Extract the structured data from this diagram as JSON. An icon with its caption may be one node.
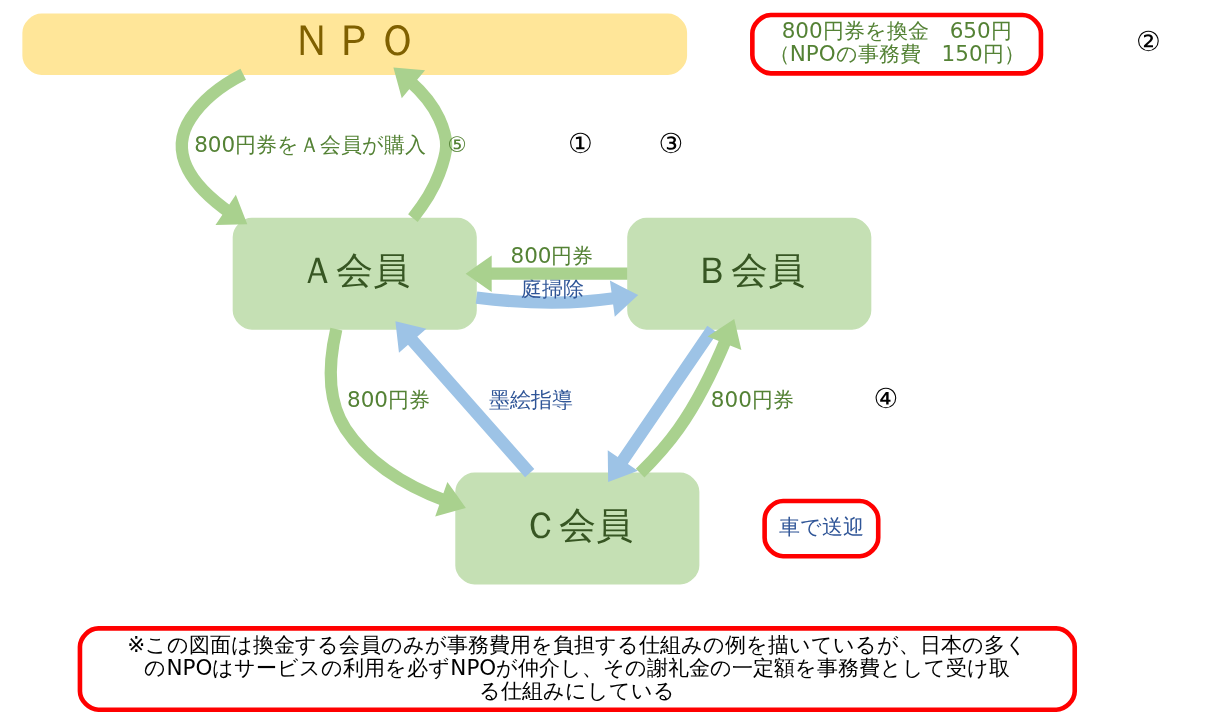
{
  "diagram": {
    "nodes": [
      {
        "text": [
          "ＮＰＯ"
        ]
      },
      {
        "text": [
          "Ａ会員"
        ]
      },
      {
        "text": [
          "Ｂ会員"
        ]
      },
      {
        "text": [
          "Ｃ会員"
        ]
      },
      {
        "text": [
          "800円券を換金　650円",
          "（NPOの事務費　150円）"
        ]
      },
      {
        "text": [
          "車で送迎"
        ]
      },
      {
        "text": [
          "※この図面は換金する会員のみが事務費用を負担する仕組みの例を描いているが、日本の多くのNPOはサービスの利用を必ずNPOが仲介し、その謝礼金の一定額を事務費として受け取る仕組みにしている"
        ]
      }
    ],
    "edges": [
      {
        "from": 0,
        "to": 1,
        "arrow": "to",
        "label": "800円券をＡ会員が購入"
      },
      {
        "from": 1,
        "to": 0,
        "arrow": "to",
        "label": "⑤"
      },
      {
        "from": 1,
        "to": 2,
        "arrow": "to",
        "label": "庭掃除",
        "color": "#9dc3e6"
      },
      {
        "from": 2,
        "to": 1,
        "arrow": "to",
        "label": "800円券"
      },
      {
        "from": 1,
        "to": 3,
        "arrow": "to",
        "label": "800円券"
      },
      {
        "from": 3,
        "to": 1,
        "arrow": "to",
        "label": "墨絵指導",
        "color": "#9dc3e6"
      },
      {
        "from": 3,
        "to": 2,
        "arrow": "to",
        "label": "800円券"
      },
      {
        "from": 2,
        "to": 3,
        "arrow": "to",
        "color": "#9dc3e6"
      }
    ],
    "labels": [
      "①",
      "④",
      "②",
      "③"
    ]
  }
}
